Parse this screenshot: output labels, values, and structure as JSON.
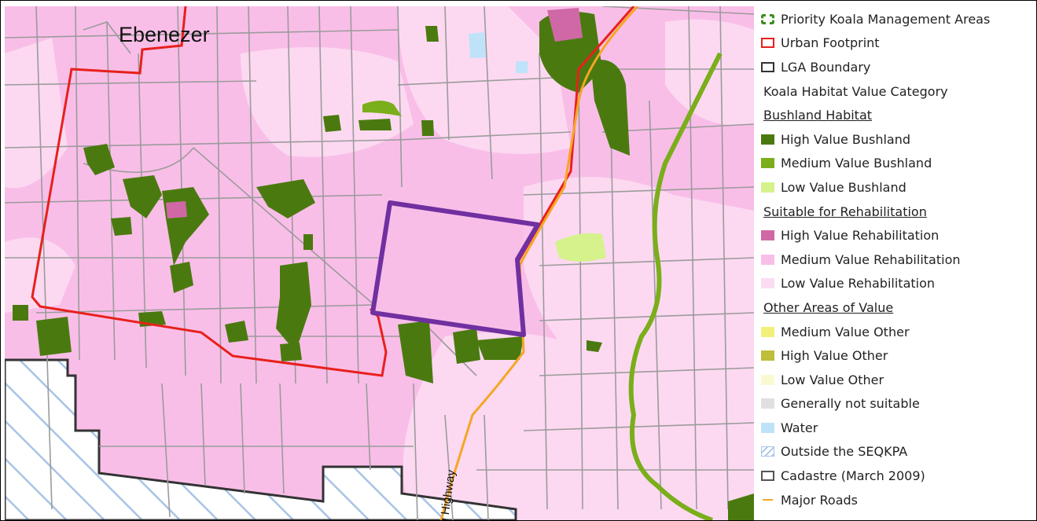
{
  "map": {
    "place_label": "Ebenezer",
    "road_label": "n Highway",
    "colors": {
      "medium_rehab": "#F9BEE8",
      "low_rehab": "#FCD9F1",
      "high_bush": "#4A7A0F",
      "urban_footprint": "#E8201C",
      "site_outline": "#7030A0",
      "major_road": "#F5A623",
      "cadastre": "#9B9B9B",
      "outside_hatch": "#A8C4E6"
    }
  },
  "legend": [
    {
      "label": "Priority Koala Management Areas",
      "swatch": "dashed-green",
      "icon": "pkma-icon"
    },
    {
      "label": "Urban Footprint",
      "swatch": "outline",
      "color": "#E8201C"
    },
    {
      "label": "LGA Boundary",
      "swatch": "outline",
      "color": "#333333"
    },
    {
      "label": "Koala Habitat Value Category",
      "swatch": "none"
    },
    {
      "label": "Bushland Habitat",
      "swatch": "header"
    },
    {
      "label": "High Value Bushland",
      "swatch": "fill",
      "color": "#4A7A0F"
    },
    {
      "label": "Medium Value Bushland",
      "swatch": "fill",
      "color": "#7AAE1A"
    },
    {
      "label": "Low Value Bushland",
      "swatch": "fill",
      "color": "#D5F28C"
    },
    {
      "label": "Suitable for Rehabilitation",
      "swatch": "header"
    },
    {
      "label": "High Value Rehabilitation",
      "swatch": "fill",
      "color": "#D068A6"
    },
    {
      "label": "Medium Value Rehabilitation",
      "swatch": "fill",
      "color": "#F9BEE8"
    },
    {
      "label": "Low Value Rehabilitation",
      "swatch": "fill",
      "color": "#FCDCF2"
    },
    {
      "label": "Other Areas of Value",
      "swatch": "header"
    },
    {
      "label": "Medium Value Other",
      "swatch": "fill",
      "color": "#F0F07A"
    },
    {
      "label": "High Value Other",
      "swatch": "fill",
      "color": "#BDBE3A"
    },
    {
      "label": "Low Value Other",
      "swatch": "fill",
      "color": "#FAFAD2"
    },
    {
      "label": "Generally not suitable",
      "swatch": "fill",
      "color": "#E0E0E0"
    },
    {
      "label": "Water",
      "swatch": "fill",
      "color": "#BEE3F8"
    },
    {
      "label": "Outside the SEQKPA",
      "swatch": "hatch",
      "color": "#A8C4E6"
    },
    {
      "label": "Cadastre (March 2009)",
      "swatch": "outline",
      "color": "#555555"
    },
    {
      "label": "Major Roads",
      "swatch": "line",
      "color": "#F5A623"
    }
  ]
}
